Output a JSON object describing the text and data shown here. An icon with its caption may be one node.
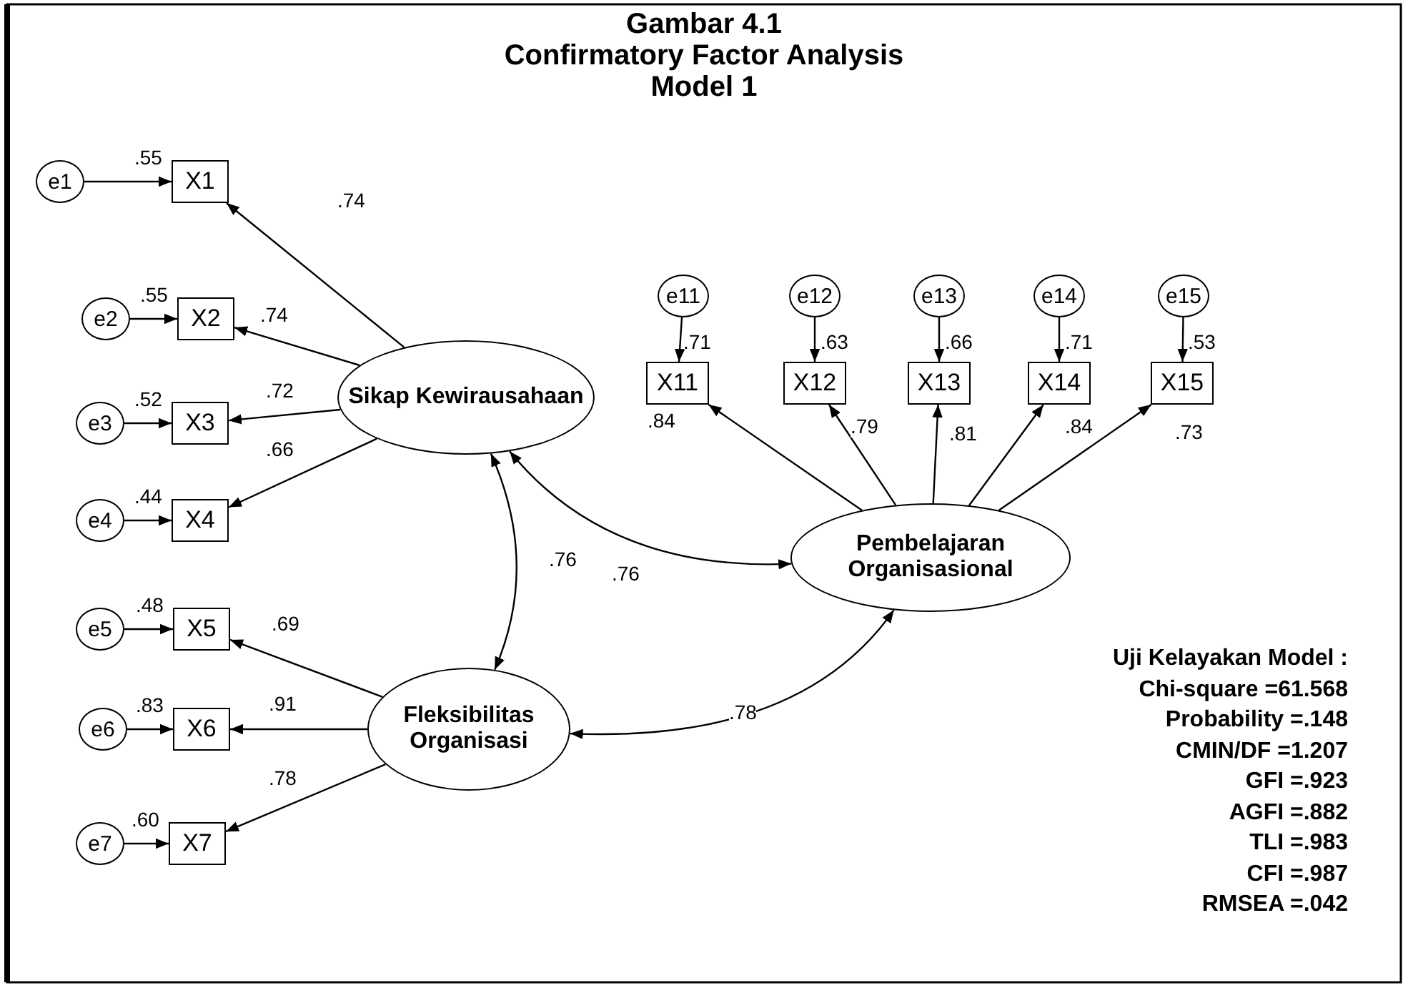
{
  "diagram": {
    "title": "Gambar 4.1",
    "nodes": [
      {
        "text": [
          "e1"
        ]
      },
      {
        "text": [
          "X1"
        ],
        "beside": [
          ".55"
        ]
      },
      {
        "text": [
          "e2"
        ]
      },
      {
        "text": [
          "X2"
        ],
        "beside": [
          ".55"
        ]
      },
      {
        "text": [
          "e3"
        ]
      },
      {
        "text": [
          "X3"
        ],
        "beside": [
          ".52"
        ]
      },
      {
        "text": [
          "e4"
        ]
      },
      {
        "text": [
          "X4"
        ],
        "beside": [
          ".44"
        ]
      },
      {
        "text": [
          "e5"
        ]
      },
      {
        "text": [
          "X5"
        ],
        "beside": [
          ".48"
        ]
      },
      {
        "text": [
          "e6"
        ]
      },
      {
        "text": [
          "X6"
        ],
        "beside": [
          ".83"
        ]
      },
      {
        "text": [
          "e7"
        ]
      },
      {
        "text": [
          "X7"
        ],
        "beside": [
          ".60"
        ]
      },
      {
        "text": [
          "Sikap Kewirausahaan"
        ]
      },
      {
        "text": [
          "Fleksibilitas Organisasi"
        ]
      },
      {
        "text": [
          "e11"
        ]
      },
      {
        "text": [
          "X11"
        ],
        "beside": [
          ".71"
        ]
      },
      {
        "text": [
          "e12"
        ]
      },
      {
        "text": [
          "X12"
        ],
        "beside": [
          ".63"
        ]
      },
      {
        "text": [
          "e13"
        ]
      },
      {
        "text": [
          "X13"
        ],
        "beside": [
          ".66"
        ]
      },
      {
        "text": [
          "e14"
        ]
      },
      {
        "text": [
          "X14"
        ],
        "beside": [
          ".71"
        ]
      },
      {
        "text": [
          "e15"
        ]
      },
      {
        "text": [
          "X15"
        ],
        "beside": [
          ".53"
        ]
      },
      {
        "text": [
          "Pembelajaran Organisasional"
        ]
      }
    ],
    "edges": [
      {
        "from": 0,
        "to": 1,
        "arrow": "to"
      },
      {
        "from": 2,
        "to": 3,
        "arrow": "to"
      },
      {
        "from": 4,
        "to": 5,
        "arrow": "to"
      },
      {
        "from": 6,
        "to": 7,
        "arrow": "to"
      },
      {
        "from": 8,
        "to": 9,
        "arrow": "to"
      },
      {
        "from": 10,
        "to": 11,
        "arrow": "to"
      },
      {
        "from": 12,
        "to": 13,
        "arrow": "to"
      },
      {
        "from": 14,
        "to": 1,
        "arrow": "to",
        "label": ".74"
      },
      {
        "from": 14,
        "to": 3,
        "arrow": "to",
        "label": ".74"
      },
      {
        "from": 14,
        "to": 5,
        "arrow": "to",
        "label": ".72"
      },
      {
        "from": 14,
        "to": 7,
        "arrow": "to",
        "label": ".66"
      },
      {
        "from": 15,
        "to": 9,
        "arrow": "to",
        "label": ".69"
      },
      {
        "from": 15,
        "to": 11,
        "arrow": "to",
        "label": ".91"
      },
      {
        "from": 15,
        "to": 13,
        "arrow": "to",
        "label": ".78"
      },
      {
        "from": 16,
        "to": 17,
        "arrow": "to"
      },
      {
        "from": 18,
        "to": 19,
        "arrow": "to"
      },
      {
        "from": 20,
        "to": 21,
        "arrow": "to"
      },
      {
        "from": 22,
        "to": 23,
        "arrow": "to"
      },
      {
        "from": 24,
        "to": 25,
        "arrow": "to"
      },
      {
        "from": 26,
        "to": 17,
        "arrow": "to",
        "label": ".84"
      },
      {
        "from": 26,
        "to": 19,
        "arrow": "to",
        "label": ".79"
      },
      {
        "from": 26,
        "to": 21,
        "arrow": "to",
        "label": ".81"
      },
      {
        "from": 26,
        "to": 23,
        "arrow": "to",
        "label": ".84"
      },
      {
        "from": 26,
        "to": 25,
        "arrow": "to",
        "label": ".73"
      },
      {
        "from": 14,
        "to": 15,
        "arrow": "both",
        "label": ".76"
      },
      {
        "from": 14,
        "to": 26,
        "arrow": "both",
        "label": ".76"
      },
      {
        "from": 15,
        "to": 26,
        "arrow": "both",
        "label": ".78"
      }
    ],
    "labels": [
      "Confirmatory Factor Analysis",
      "Model 1",
      "Uji Kelayakan Model :",
      "Chi-square =61.568",
      "Probability =.148",
      "CMIN/DF =1.207",
      "GFI =.923",
      "AGFI =.882",
      "TLI =.983",
      "CFI =.987",
      "RMSEA =.042"
    ]
  }
}
